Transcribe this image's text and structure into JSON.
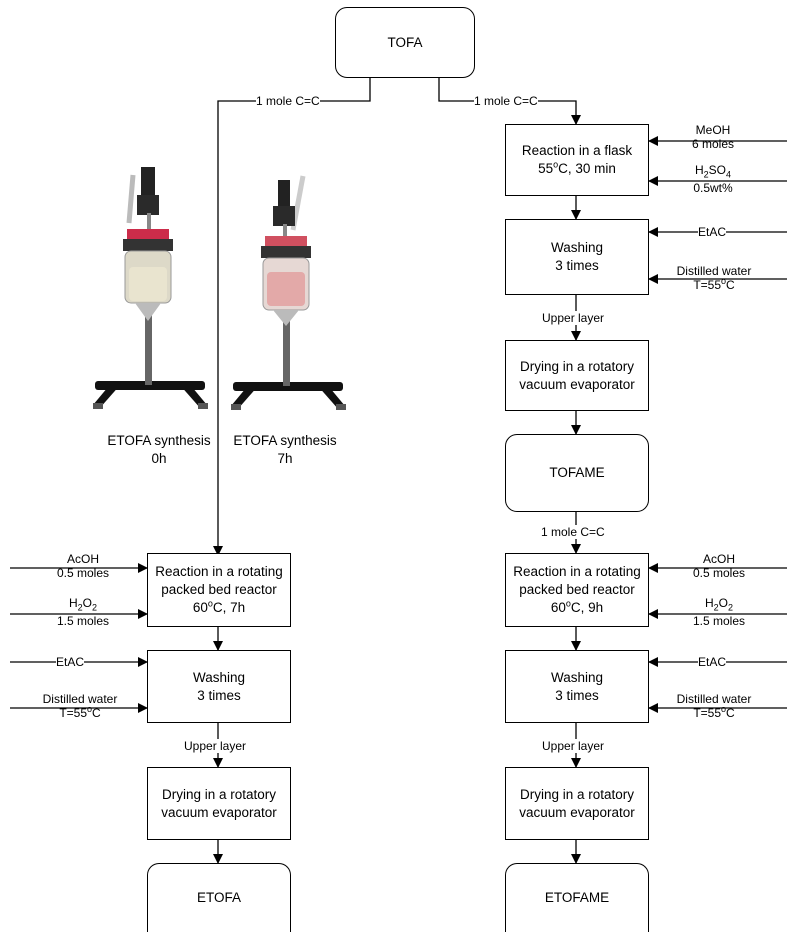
{
  "nodes": {
    "tofa": "TOFA",
    "flask_line1": "Reaction in a flask",
    "flask_line2_a": "55",
    "flask_line2_sup": "o",
    "flask_line2_b": "C, 30 min",
    "wash_r1_line1": "Washing",
    "wash_r1_line2": "3 times",
    "dry_r1_line1": "Drying in a rotatory",
    "dry_r1_line2": "vacuum evaporator",
    "tofame": "TOFAME",
    "rpbr_r_line1": "Reaction in a rotating",
    "rpbr_r_line2": "packed bed reactor",
    "rpbr_r_line3_a": "60",
    "rpbr_r_line3_sup": "o",
    "rpbr_r_line3_b": "C, 9h",
    "wash_r2_line1": "Washing",
    "wash_r2_line2": "3 times",
    "dry_r2_line1": "Drying in a rotatory",
    "dry_r2_line2": "vacuum evaporator",
    "etofame": "ETOFAME",
    "rpbr_l_line1": "Reaction in a rotating",
    "rpbr_l_line2": "packed bed reactor",
    "rpbr_l_line3_a": "60",
    "rpbr_l_line3_sup": "o",
    "rpbr_l_line3_b": "C, 7h",
    "wash_l_line1": "Washing",
    "wash_l_line2": "3 times",
    "dry_l_line1": "Drying in a rotatory",
    "dry_l_line2": "vacuum evaporator",
    "etofa": "ETOFA"
  },
  "edge_labels": {
    "left_split": "1 mole C=C",
    "right_split": "1 mole C=C",
    "upper_layer_r1": "Upper layer",
    "tofame_down": "1 mole C=C",
    "upper_layer_r2": "Upper layer",
    "upper_layer_l": "Upper layer"
  },
  "inputs": {
    "meoh_line1": "MeOH",
    "meoh_line2": "6 moles",
    "h2so4_a": "H",
    "h2so4_sub1": "2",
    "h2so4_b": "SO",
    "h2so4_sub2": "4",
    "h2so4_line2": "0.5wt%",
    "etac_r1": "EtAC",
    "water_r1_line1": "Distilled water",
    "water_r1_a": "T=55",
    "water_r1_sup": "o",
    "water_r1_b": "C",
    "acoh_r_line1": "AcOH",
    "acoh_r_line2": "0.5 moles",
    "h2o2_r_a": "H",
    "h2o2_r_sub1": "2",
    "h2o2_r_b": "O",
    "h2o2_r_sub2": "2",
    "h2o2_r_line2": "1.5 moles",
    "etac_r2": "EtAC",
    "water_r2_line1": "Distilled water",
    "water_r2_a": "T=55",
    "water_r2_sup": "o",
    "water_r2_b": "C",
    "acoh_l_line1": "AcOH",
    "acoh_l_line2": "0.5 moles",
    "h2o2_l_a": "H",
    "h2o2_l_sub1": "2",
    "h2o2_l_b": "O",
    "h2o2_l_sub2": "2",
    "h2o2_l_line2": "1.5 moles",
    "etac_l": "EtAC",
    "water_l_line1": "Distilled water",
    "water_l_a": "T=55",
    "water_l_sup": "o",
    "water_l_b": "C"
  },
  "photos": {
    "photo1_line1": "ETOFA synthesis",
    "photo1_line2": "0h",
    "photo2_line1": "ETOFA synthesis",
    "photo2_line2": "7h",
    "photo1_liquid_color": "#e9e4cf",
    "photo2_liquid_color": "#e3a9a8"
  }
}
